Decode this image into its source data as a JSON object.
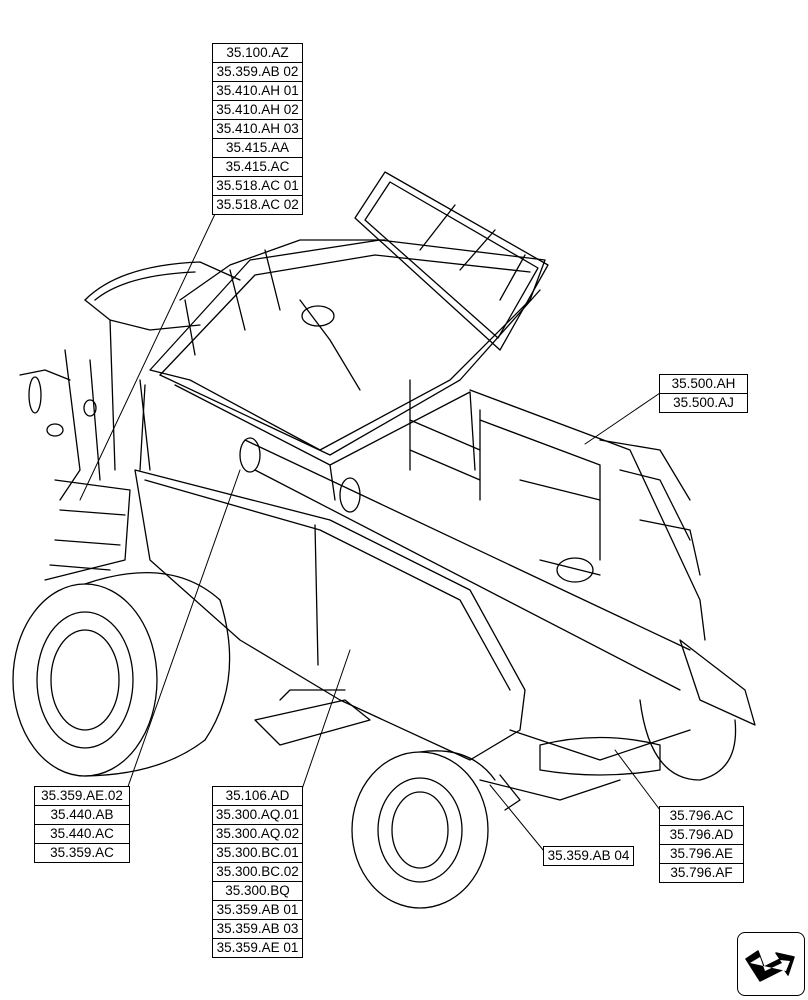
{
  "callouts": {
    "top": [
      "35.100.AZ",
      "35.359.AB 02",
      "35.410.AH 01",
      "35.410.AH 02",
      "35.410.AH 03",
      "35.415.AA",
      "35.415.AC",
      "35.518.AC 01",
      "35.518.AC 02"
    ],
    "right_mid": [
      "35.500.AH",
      "35.500.AJ"
    ],
    "left_bottom": [
      "35.359.AE.02",
      "35.440.AB",
      "35.440.AC",
      "35.359.AC"
    ],
    "center_bottom": [
      "35.106.AD",
      "35.300.AQ.01",
      "35.300.AQ.02",
      "35.300.BC.01",
      "35.300.BC.02",
      "35.300.BQ",
      "35.359.AB 01",
      "35.359.AB 03",
      "35.359.AE 01"
    ],
    "single": [
      "35.359.AB 04"
    ],
    "right_bottom": [
      "35.796.AC",
      "35.796.AD",
      "35.796.AE",
      "35.796.AF"
    ]
  },
  "nav": {
    "icon": "next-page-arrow-icon"
  }
}
